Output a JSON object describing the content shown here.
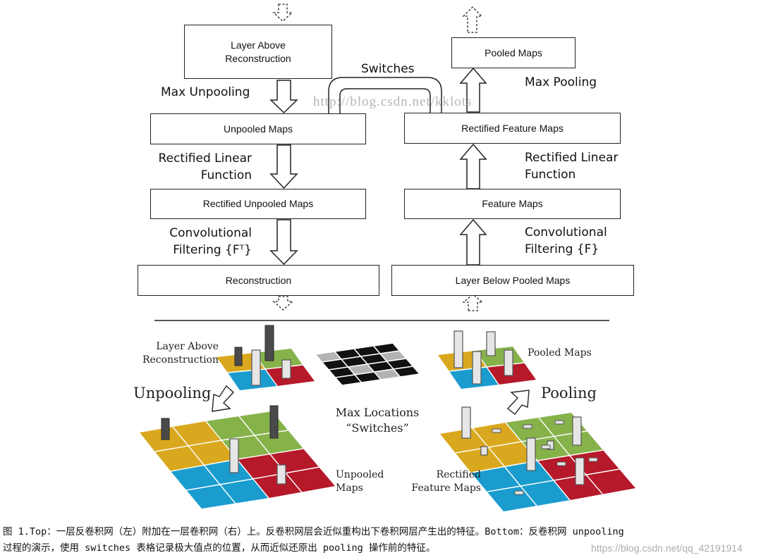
{
  "top_diagram": {
    "left_column": {
      "boxes": {
        "layer_above": "Layer Above\nReconstruction",
        "unpooled_maps": "Unpooled Maps",
        "rectified_unpooled_maps": "Rectified Unpooled Maps",
        "reconstruction": "Reconstruction"
      },
      "labels": {
        "max_unpooling": "Max Unpooling",
        "rectified_linear_function": "Rectified Linear\nFunction",
        "convolutional_filtering": "Convolutional\nFiltering {Fᵀ}"
      }
    },
    "right_column": {
      "boxes": {
        "pooled_maps": "Pooled Maps",
        "rectified_feature_maps": "Rectified Feature Maps",
        "feature_maps": "Feature Maps",
        "layer_below_pooled_maps": "Layer Below Pooled Maps"
      },
      "labels": {
        "max_pooling": "Max Pooling",
        "rectified_linear_function": "Rectified Linear\nFunction",
        "convolutional_filtering": "Convolutional\nFiltering {F}"
      }
    },
    "switches_label": "Switches",
    "watermark": "http://blog.csdn.net/kklots"
  },
  "bottom_diagram": {
    "layer_above_reconstruction": "Layer Above\nReconstruction",
    "unpooling": "Unpooling",
    "max_locations": "Max Locations\n“Switches”",
    "pooled_maps": "Pooled Maps",
    "pooling": "Pooling",
    "unpooled_maps": "Unpooled\nMaps",
    "rectified_feature_maps": "Rectified\nFeature Maps",
    "colors": {
      "yellow": "#d9a81e",
      "green": "#86b24a",
      "blue": "#1a9ccf",
      "red": "#b5192a",
      "black": "#111111",
      "gray": "#b3b3b3"
    }
  },
  "caption": {
    "line1": "图 1.Top：一层反卷积网（左）附加在一层卷积网（右）上。反卷积网层会近似重构出下卷积网层产生出的特征。Bottom：反卷积网 unpooling",
    "line2": "过程的演示，使用 switches 表格记录极大值点的位置，从而近似还原出 pooling 操作前的特征。"
  },
  "corner_watermark": "https://blog.csdn.net/qq_42191914"
}
